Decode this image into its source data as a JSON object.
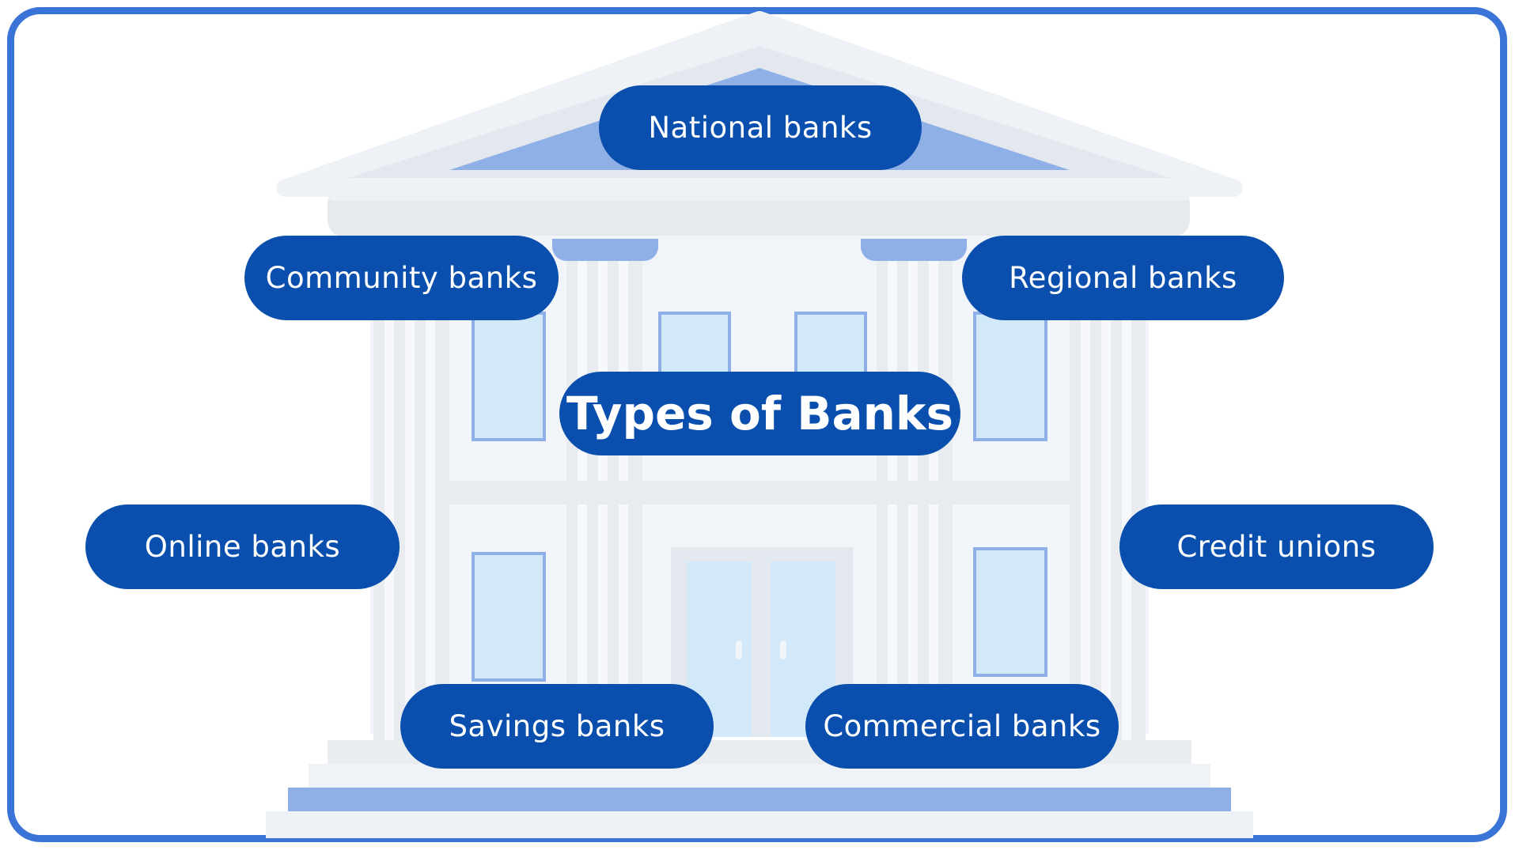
{
  "title": "Types of Banks",
  "bank_types": [
    {
      "id": "national",
      "label": "National banks"
    },
    {
      "id": "community",
      "label": "Community banks"
    },
    {
      "id": "regional",
      "label": "Regional banks"
    },
    {
      "id": "online",
      "label": "Online banks"
    },
    {
      "id": "credit-unions",
      "label": "Credit unions"
    },
    {
      "id": "savings",
      "label": "Savings banks"
    },
    {
      "id": "commercial",
      "label": "Commercial banks"
    }
  ],
  "colors": {
    "frame_border": "#3a74d6",
    "pill_fill": "#0a4fad",
    "pill_text": "#ffffff",
    "accent_light_blue": "#8fb0e6",
    "window_fill": "#d2e9fa",
    "building_gray": "#e9edf2"
  },
  "icons": [
    "bank-building-icon"
  ]
}
